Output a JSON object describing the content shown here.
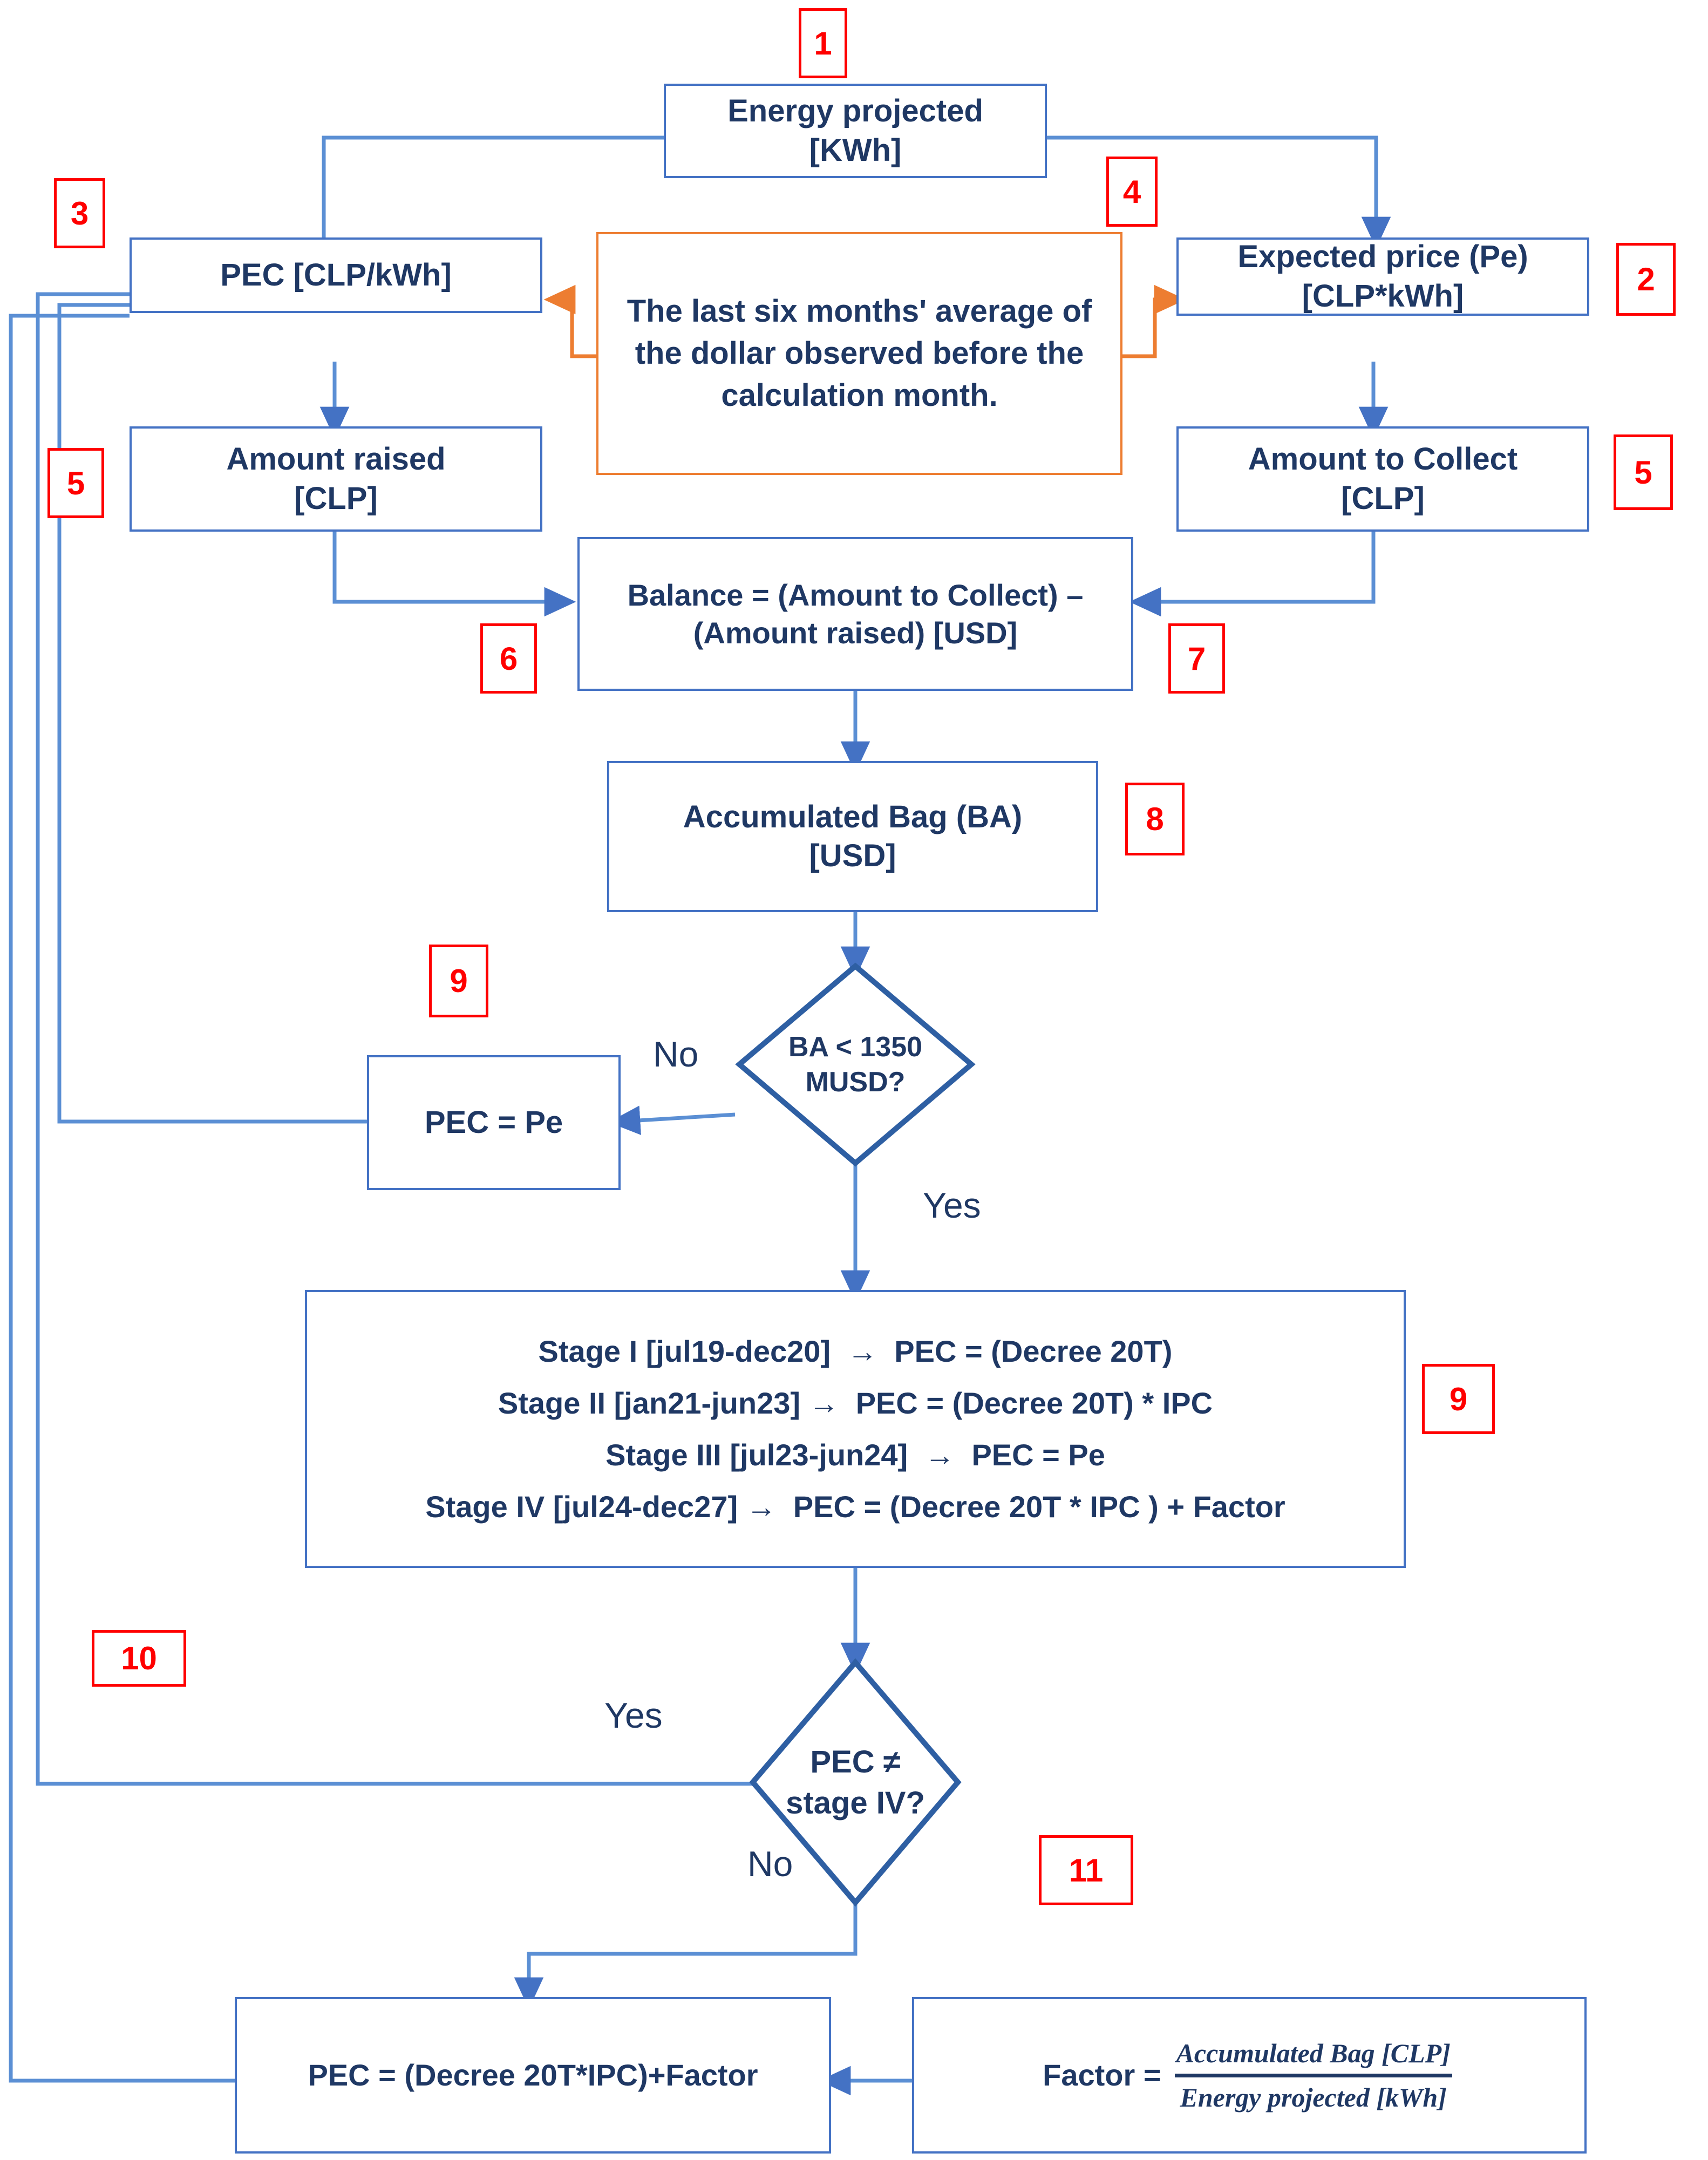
{
  "diagram": {
    "title": "PEC calculation flowchart",
    "colors": {
      "node_border": "#4472C4",
      "note_border": "#ED7D31",
      "text": "#1F3864",
      "tag": "#FF0000",
      "decision_border": "#2E5FA3",
      "connector": "#5B8FD4",
      "note_connector": "#ED7D31"
    },
    "nodes": {
      "energy_projected": "Energy projected\n[KWh]",
      "pec": "PEC [CLP/kWh]",
      "note_dollar": "The last six months' average of the dollar observed before the calculation month.",
      "expected_price": "Expected price (Pe)\n[CLP*kWh]",
      "amount_raised": "Amount raised\n[CLP]",
      "amount_to_collect": "Amount to Collect\n[CLP]",
      "balance": "Balance = (Amount to Collect) – (Amount raised)\n[USD]",
      "accumulated_bag": "Accumulated Bag (BA)\n[USD]",
      "decision_ba": "BA < 1350\nMUSD?",
      "pec_eq_pe": "PEC = Pe",
      "stages": [
        "Stage I [jul19-dec20]  →  PEC = (Decree 20T)",
        "Stage II [jan21-jun23] →  PEC = (Decree 20T) * IPC",
        "Stage III [jul23-jun24]  →  PEC = Pe",
        "Stage IV [jul24-dec27] →  PEC = (Decree 20T * IPC ) + Factor"
      ],
      "decision_stage_iv": "PEC ≠\nstage IV?",
      "pec_final": "PEC = (Decree 20T*IPC)+Factor",
      "factor_label": "Factor =",
      "factor_numerator": "Accumulated Bag  [CLP]",
      "factor_denominator": "Energy projected  [kWh]"
    },
    "edge_labels": {
      "ba_no": "No",
      "ba_yes": "Yes",
      "stage_yes": "Yes",
      "stage_no": "No"
    },
    "tags": {
      "t1": "1",
      "t2": "2",
      "t3": "3",
      "t4": "4",
      "t5_left": "5",
      "t5_right": "5",
      "t6": "6",
      "t7": "7",
      "t8": "8",
      "t9_left": "9",
      "t9_right": "9",
      "t10": "10",
      "t11": "11"
    }
  }
}
